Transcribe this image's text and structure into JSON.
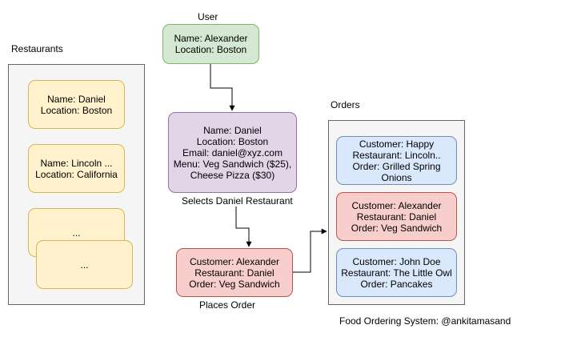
{
  "labels": {
    "user": "User",
    "restaurants": "Restaurants",
    "orders": "Orders",
    "selects": "Selects Daniel Restaurant",
    "places": "Places Order",
    "footer": "Food Ordering System: @ankitamasand"
  },
  "user_box": {
    "lines": [
      "Name: Alexander",
      "Location: Boston"
    ]
  },
  "restaurants": [
    {
      "lines": [
        "Name: Daniel",
        "Location: Boston"
      ]
    },
    {
      "lines": [
        "Name: Lincoln ...",
        "Location: California"
      ]
    },
    {
      "lines": [
        "..."
      ]
    },
    {
      "lines": [
        "..."
      ]
    }
  ],
  "selected_restaurant": {
    "lines": [
      "Name: Daniel",
      "Location: Boston",
      "Email: daniel@xyz.com",
      "Menu: Veg Sandwich ($25),",
      "Cheese Pizza ($30)"
    ]
  },
  "new_order": {
    "lines": [
      "Customer: Alexander",
      "Restaurant: Daniel",
      "Order: Veg Sandwich"
    ]
  },
  "orders": [
    {
      "lines": [
        "Customer: Happy",
        "Restaurant: Lincoln..",
        "Order: Grilled Spring",
        "Onions"
      ]
    },
    {
      "lines": [
        "Customer: Alexander",
        "Restaurant: Daniel",
        "Order: Veg Sandwich"
      ]
    },
    {
      "lines": [
        "Customer: John Doe",
        "Restaurant: The Little Owl",
        "Order: Pancakes"
      ]
    }
  ],
  "colors": {
    "yellow_fill": "#fff2cc",
    "green_fill": "#d5e8d4",
    "purple_fill": "#e1d5e7",
    "red_fill": "#f8cecc",
    "blue_fill": "#dae8fc",
    "container_fill": "#f5f5f5"
  }
}
